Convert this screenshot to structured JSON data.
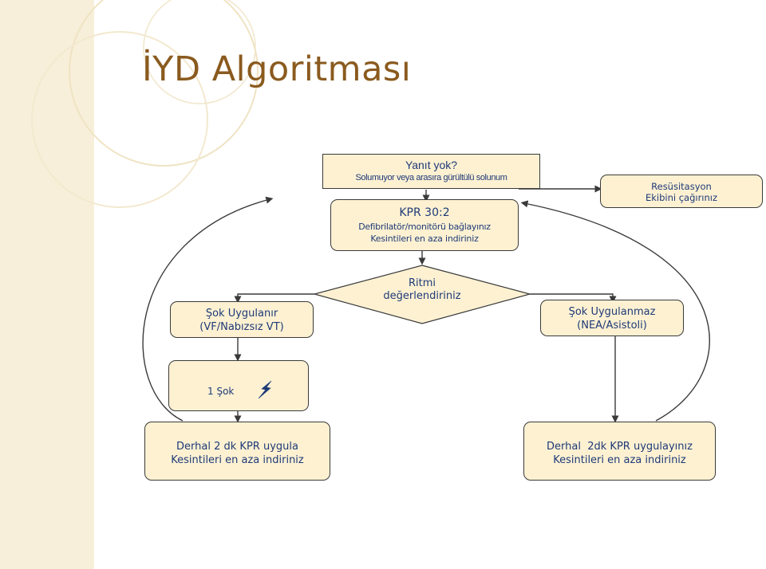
{
  "slide": {
    "title": "İYD Algoritması"
  },
  "nodes": {
    "unresponsive": {
      "line1": "Yanıt yok?",
      "line2": "Solumuyor veya arasıra gürültülü solunum"
    },
    "cpr": {
      "line1": "KPR 30:2",
      "line2": "Defibrilatör/monitörü bağlayınız",
      "line3": "Kesintileri en aza indiriniz"
    },
    "team": {
      "line1": "Resüsitasyon",
      "line2": "Ekibini çağırınız"
    },
    "rhythm": {
      "line1": "Ritmi",
      "line2": "değerlendiriniz"
    },
    "shockable": {
      "line1": "Şok Uygulanır",
      "line2": "(VF/Nabızsız VT)"
    },
    "non_shockable": {
      "line1": "Şok Uygulanmaz",
      "line2": "(NEA/Asistoli)"
    },
    "shock": {
      "label": "1 Şok"
    },
    "cpr_left": {
      "line1": "Derhal 2 dk KPR uygula",
      "line2": "Kesintileri en aza indiriniz"
    },
    "cpr_right": {
      "line1": "Derhal  2dk KPR uygulayınız",
      "line2": "Kesintileri en aza indiriniz"
    }
  },
  "icons": {
    "shock": "lightning-bolt-icon"
  },
  "colors": {
    "box_fill": "#fdf1d2",
    "text": "#1f3a78",
    "title": "#8a5a1e",
    "strip": "#f7efd9",
    "line": "#3a3a3a",
    "bolt": "#1f3a78"
  }
}
